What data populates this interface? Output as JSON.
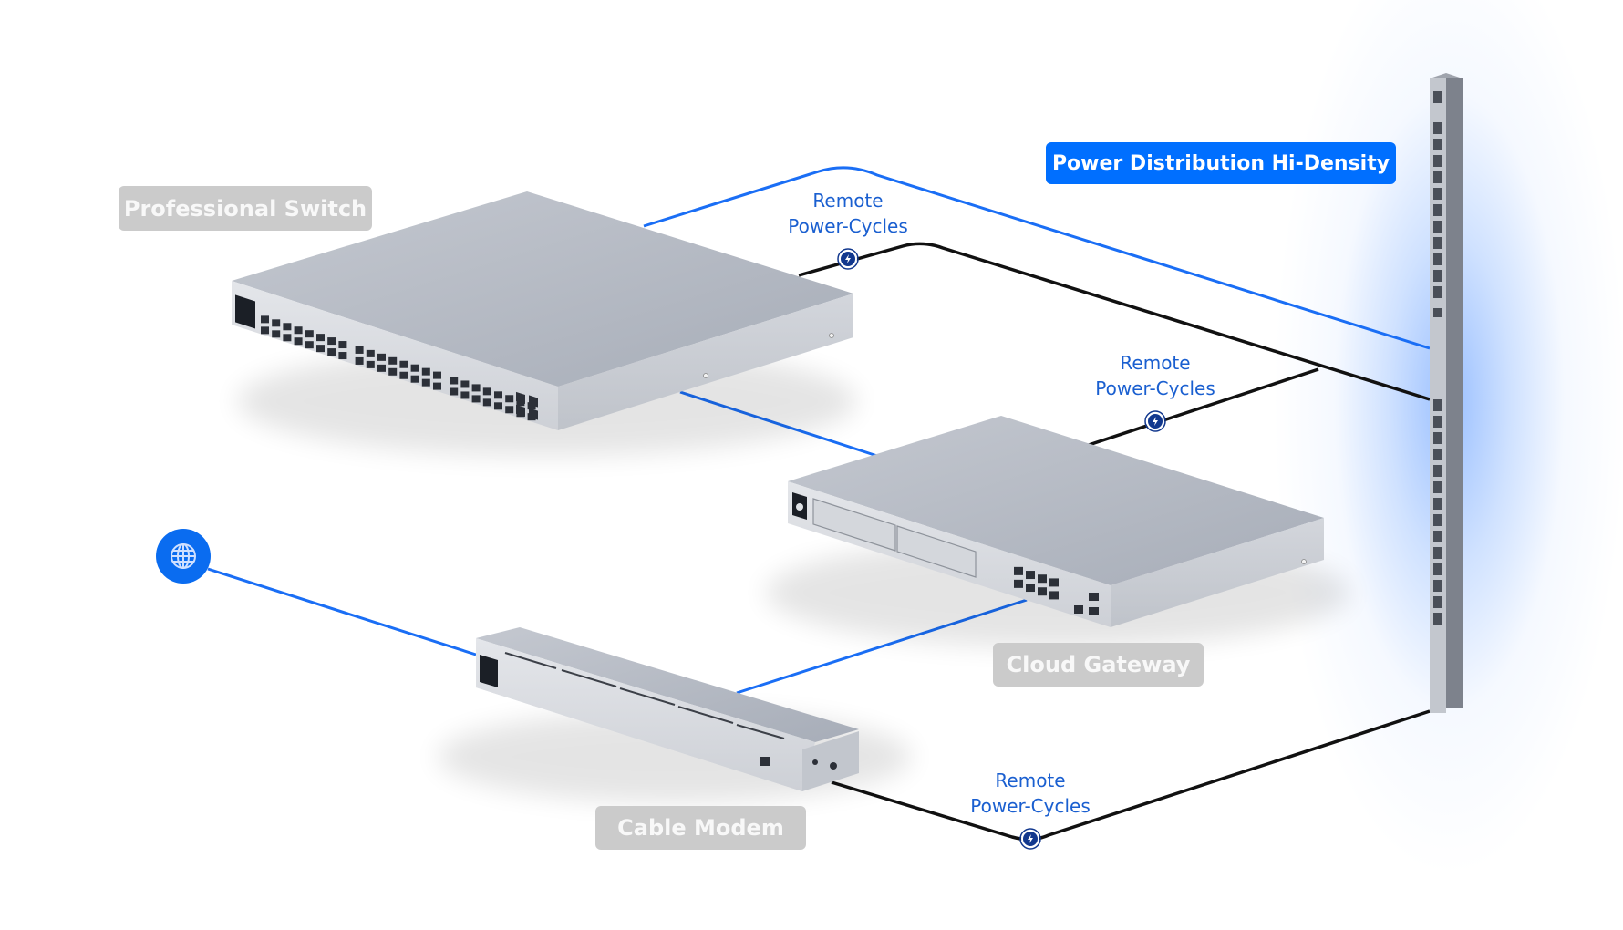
{
  "diagram": {
    "title": "Power Distribution Hi-Density",
    "accent_color": "#006fff",
    "link_color_data": "#1a6ef5",
    "link_color_power": "#111111",
    "devices": [
      {
        "id": "switch",
        "label": "Professional Switch"
      },
      {
        "id": "gateway",
        "label": "Cloud Gateway"
      },
      {
        "id": "modem",
        "label": "Cable Modem"
      },
      {
        "id": "pdu",
        "label": "Power Distribution Hi-Density"
      }
    ],
    "internet": {
      "icon": "globe-icon"
    },
    "annotations": [
      {
        "line1": "Remote",
        "line2": "Power-Cycles",
        "target": "switch"
      },
      {
        "line1": "Remote",
        "line2": "Power-Cycles",
        "target": "gateway"
      },
      {
        "line1": "Remote",
        "line2": "Power-Cycles",
        "target": "modem"
      }
    ],
    "connections": [
      {
        "from": "internet",
        "to": "modem",
        "type": "data"
      },
      {
        "from": "modem",
        "to": "gateway",
        "type": "data"
      },
      {
        "from": "gateway",
        "to": "switch",
        "type": "data"
      },
      {
        "from": "switch",
        "to": "pdu",
        "type": "data"
      },
      {
        "from": "pdu",
        "to": "switch",
        "type": "power"
      },
      {
        "from": "pdu",
        "to": "gateway",
        "type": "power"
      },
      {
        "from": "pdu",
        "to": "modem",
        "type": "power"
      }
    ],
    "power_icon": "lightning-icon"
  }
}
